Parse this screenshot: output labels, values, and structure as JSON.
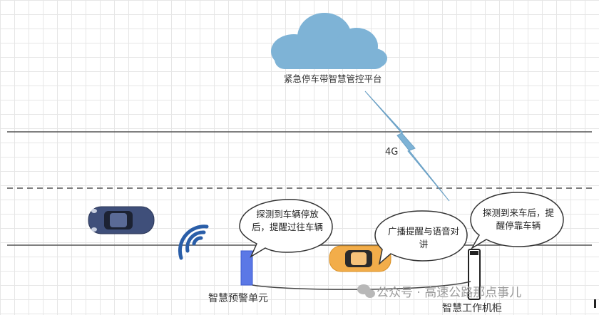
{
  "cloud_label": "紧急停车带智慧管控平台",
  "link_label": "4G",
  "bubbles": {
    "detect_parked": "探测到车辆停放后，提醒过往车辆",
    "broadcast": "广播提醒与语音对讲",
    "detect_incoming": "探测到来车后，提醒停靠车辆"
  },
  "units": {
    "warning_unit": "智慧预警单元",
    "work_cabinet": "智慧工作机柜"
  },
  "watermark": "公众号 · 高速公路那点事儿",
  "colors": {
    "cloud": "#7eb3d6",
    "lightning": "#7eb3d6",
    "road_line": "#555555",
    "wave": "#2a5ea8",
    "warning_unit": "#5b78e6",
    "car_dark": "#3f4f7a",
    "car_yellow": "#f2ad4a"
  }
}
